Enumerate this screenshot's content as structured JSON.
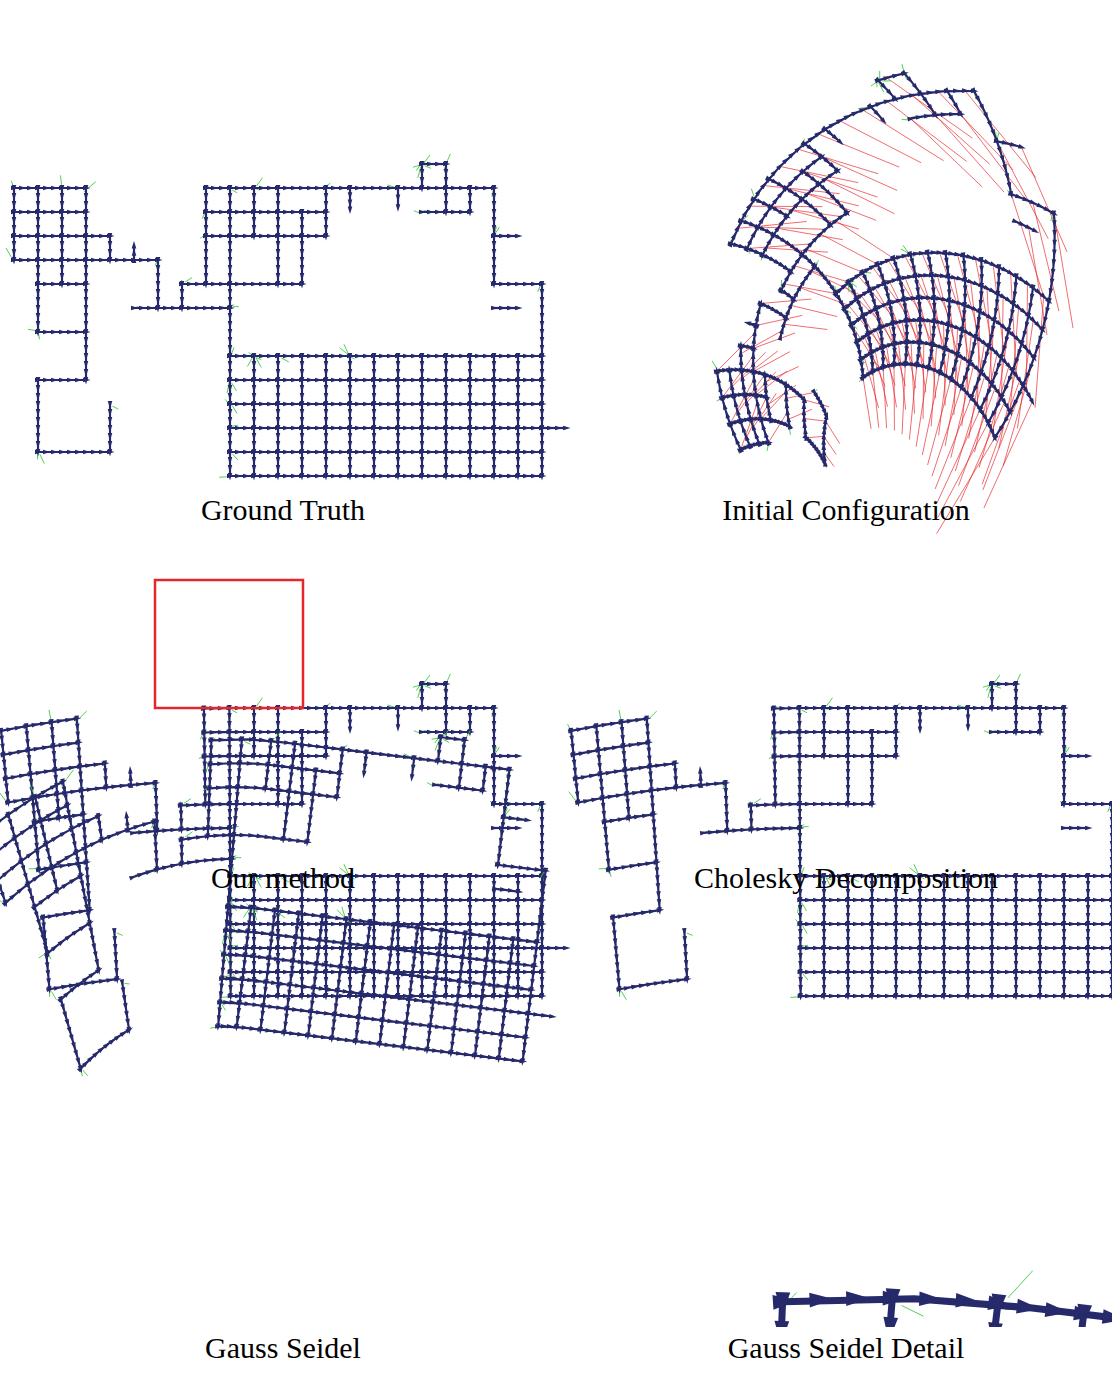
{
  "diagram": {
    "labels": [
      "Ground Truth",
      "Initial Configuration",
      "Our method",
      "Cholesky Decomposition",
      "Gauss Seidel",
      "Gauss Seidel Detail"
    ]
  }
}
